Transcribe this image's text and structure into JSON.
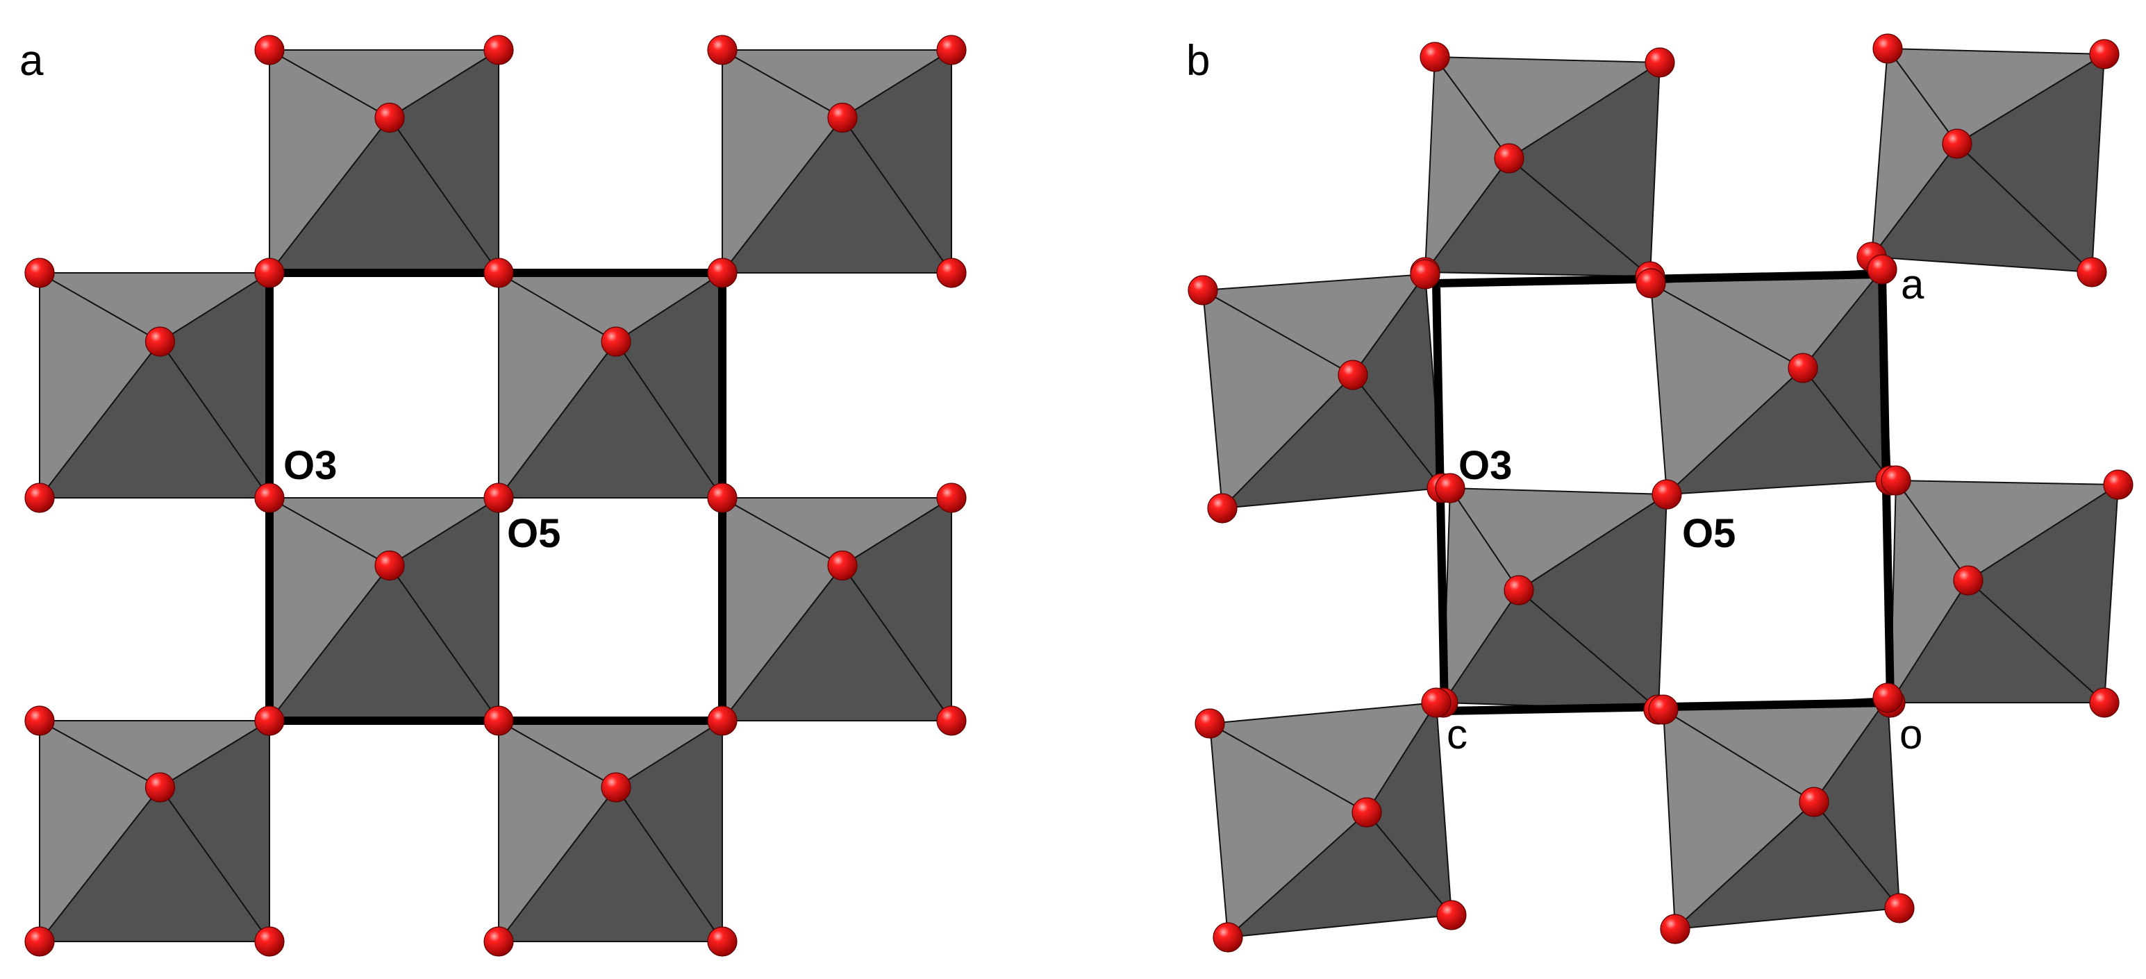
{
  "panels": [
    {
      "id": "a",
      "label": "a",
      "atom_labels": [
        "O3",
        "O5"
      ],
      "axis_labels": []
    },
    {
      "id": "b",
      "label": "b",
      "atom_labels": [
        "O3",
        "O5"
      ],
      "axis_labels": [
        "a",
        "c",
        "o"
      ]
    }
  ],
  "colors": {
    "background": "#ffffff",
    "facet_light": "#8a8a8a",
    "facet_dark": "#525252",
    "facet_edge": "#111111",
    "oxygen_atom": "#e00000",
    "unit_cell": "#000000"
  }
}
